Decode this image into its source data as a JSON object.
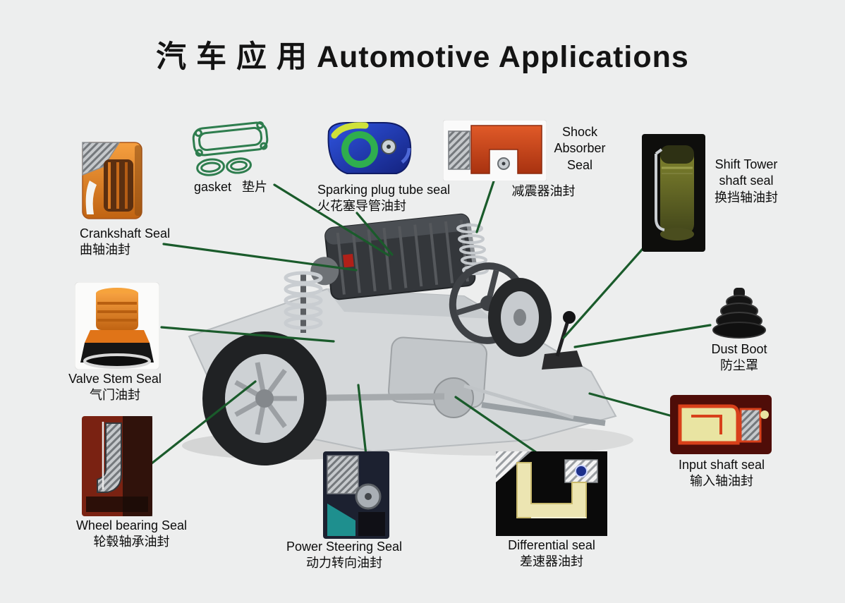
{
  "title": "汽 车 应 用  Automotive  Applications",
  "colors": {
    "background": "#edeeee",
    "connector": "#1a5b2b",
    "title": "#141414",
    "accent_orange": "#e8822a",
    "accent_red": "#d2491f",
    "accent_olive": "#6b6f2e",
    "accent_teal": "#1e8f8e",
    "gasket_green": "#2e7d4e"
  },
  "callouts": {
    "gasket": {
      "en": "gasket",
      "zh": "垫片"
    },
    "crankshaft": {
      "en": "Crankshaft Seal",
      "zh": "曲轴油封"
    },
    "spark_plug_tube": {
      "en": "Sparking plug tube seal",
      "zh": "火花塞导管油封"
    },
    "shock_absorber": {
      "en": "Shock Absorber Seal",
      "zh": "减震器油封"
    },
    "shift_tower": {
      "en": "Shift Tower shaft seal",
      "zh": "换挡轴油封"
    },
    "dust_boot": {
      "en": "Dust Boot",
      "zh": "防尘罩"
    },
    "input_shaft": {
      "en": "Input shaft seal",
      "zh": "输入轴油封"
    },
    "differential": {
      "en": "Differential seal",
      "zh": "差速器油封"
    },
    "power_steering": {
      "en": "Power Steering Seal",
      "zh": "动力转向油封"
    },
    "wheel_bearing": {
      "en": "Wheel bearing Seal",
      "zh": "轮毂轴承油封"
    },
    "valve_stem": {
      "en": "Valve Stem Seal",
      "zh": "气门油封"
    }
  }
}
